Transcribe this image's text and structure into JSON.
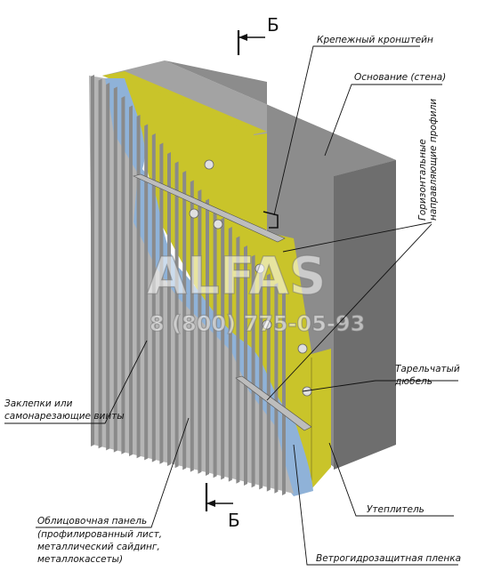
{
  "section_mark": "Б",
  "labels": {
    "bracket": "Крепежный кронштейн",
    "wall": "Основание (стена)",
    "profiles": [
      "Горизонтальные",
      "направляющие профили"
    ],
    "dowel": [
      "Тарельчатый",
      "дюбель"
    ],
    "rivets": [
      "Заклепки или",
      "самонарезающие винты"
    ],
    "panel": [
      "Облицовочная панель",
      "(профилированный лист,",
      "металлический сайдинг,",
      "металлокассеты)"
    ],
    "insulation": "Утеплитель",
    "membrane": "Ветрогидрозащитная пленка"
  },
  "watermark": {
    "brand": "ALFAS",
    "phone": "8 (800) 775-05-93"
  },
  "colors": {
    "wall_front": "#8c8c8c",
    "wall_top": "#a3a3a3",
    "wall_side": "#6e6e6e",
    "insulation": "#c9c42a",
    "membrane": "#8fb2d8",
    "cladding": "#b5b5b5",
    "profile": "#bdbdbd"
  }
}
